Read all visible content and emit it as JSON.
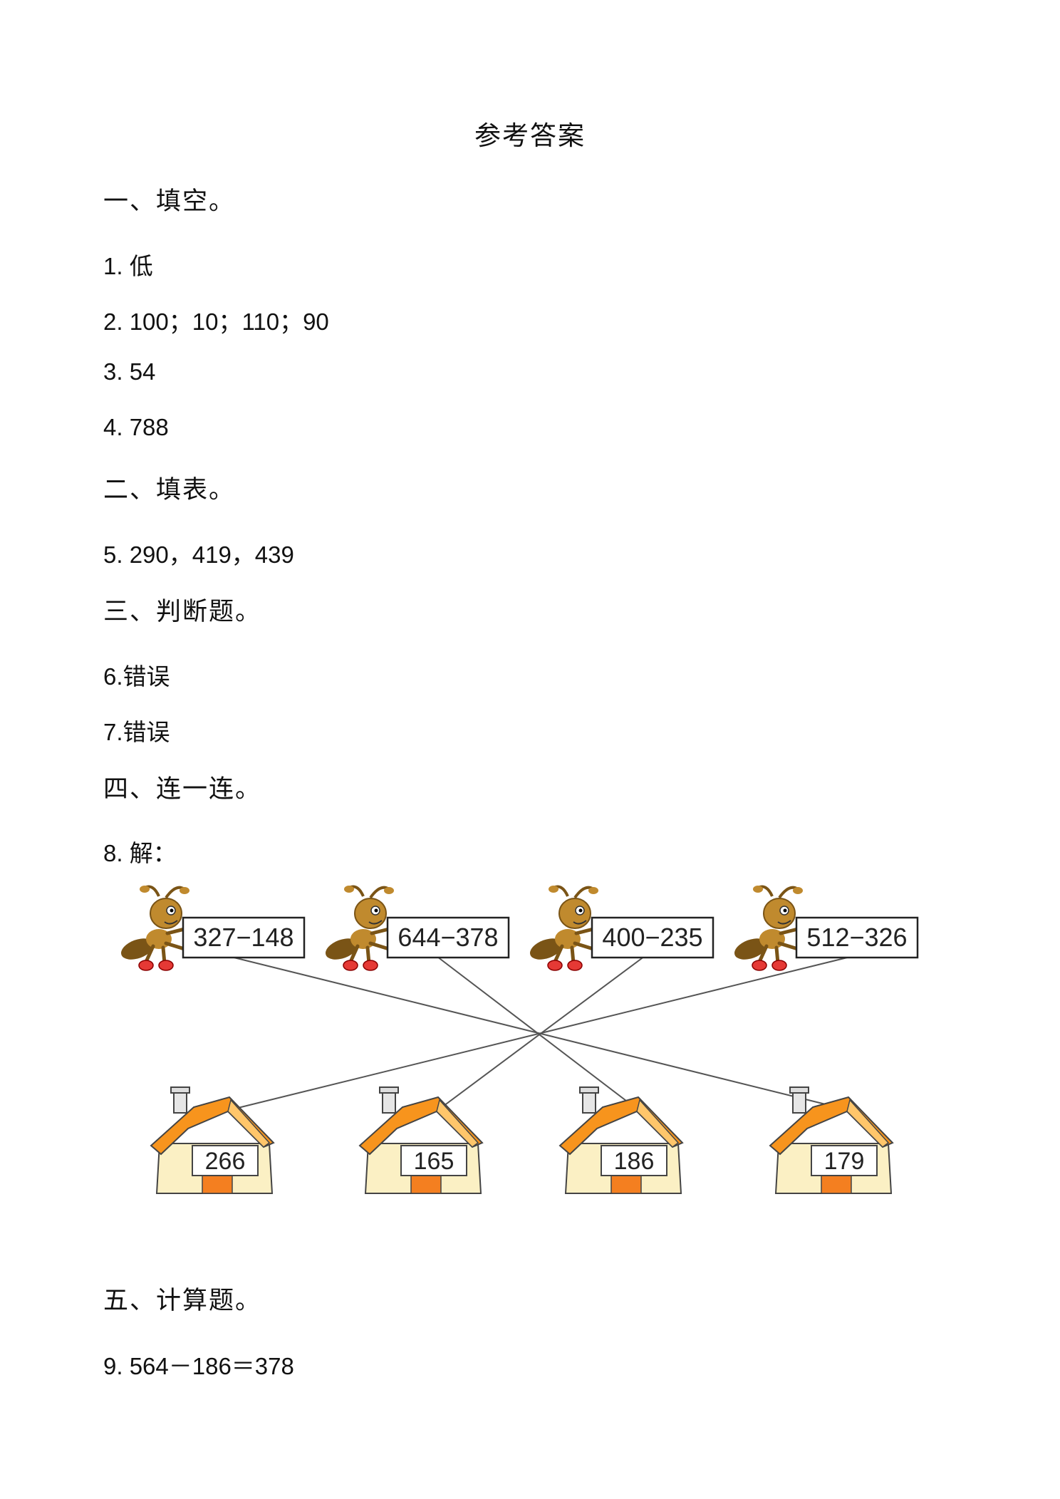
{
  "title": "参考答案",
  "sections": {
    "s1": {
      "heading": "一、填空。",
      "answers": [
        "1.  低",
        "2. 100；10；110；90",
        "3. 54",
        "4. 788"
      ]
    },
    "s2": {
      "heading": "二、填表。",
      "answers": [
        "5. 290，419，439"
      ]
    },
    "s3": {
      "heading": "三、判断题。",
      "answers": [
        "6.错误",
        "7.错误"
      ]
    },
    "s4": {
      "heading": "四、连一连。",
      "answers": [
        "8.  解："
      ]
    },
    "s5": {
      "heading": "五、计算题。",
      "answers": [
        "9. 564－186＝378"
      ]
    }
  },
  "matching": {
    "expressions": [
      "327−148",
      "644−378",
      "400−235",
      "512−326"
    ],
    "houses": [
      "266",
      "165",
      "186",
      "179"
    ],
    "connections": [
      [
        0,
        3
      ],
      [
        1,
        2
      ],
      [
        2,
        1
      ],
      [
        3,
        0
      ]
    ]
  },
  "colors": {
    "roof": "#f7941d",
    "roof_light": "#ffc66b",
    "wall": "#fbf0c4",
    "door": "#f47f20",
    "ant_body": "#c08a2e",
    "ant_dark": "#7a5416",
    "ant_shoe": "#e53935",
    "line": "#555555"
  }
}
